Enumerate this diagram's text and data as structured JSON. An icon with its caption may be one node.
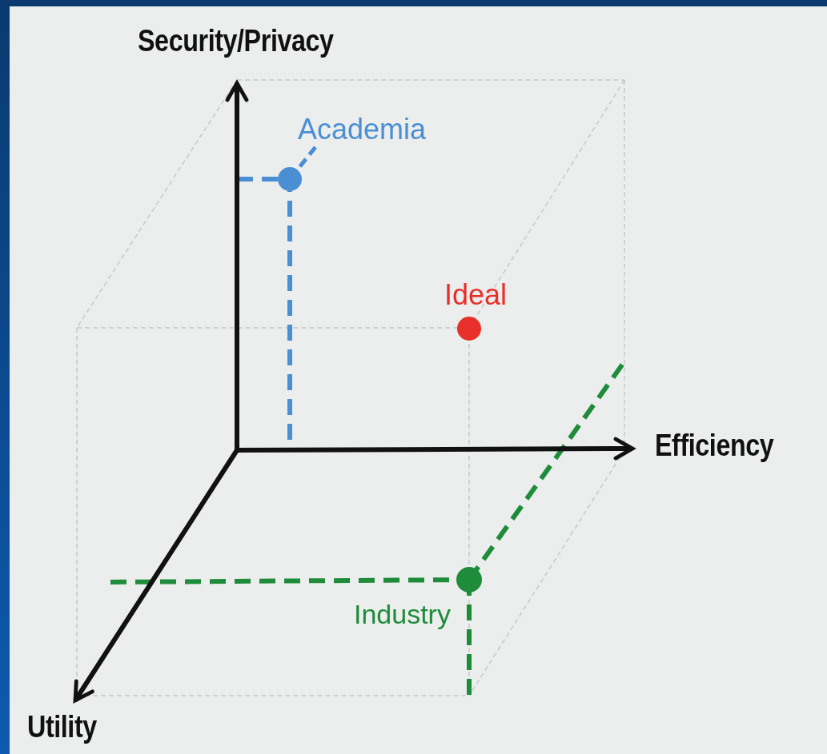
{
  "diagram": {
    "nodes": [
      {
        "text": [
          "Academia"
        ]
      },
      {
        "text": [],
        "shape": "circle"
      },
      {
        "text": [],
        "shape": "circle",
        "beside": [
          "Ideal"
        ]
      },
      {
        "text": [],
        "shape": "circle",
        "beside": [
          "Industry"
        ]
      }
    ],
    "edges": [
      {
        "from": 0,
        "to": 1,
        "arrow": "none",
        "style": "dashed",
        "color": "#4a8fd4"
      }
    ],
    "labels": [
      "Security/Privacy",
      "Efficiency",
      "Utility"
    ]
  }
}
